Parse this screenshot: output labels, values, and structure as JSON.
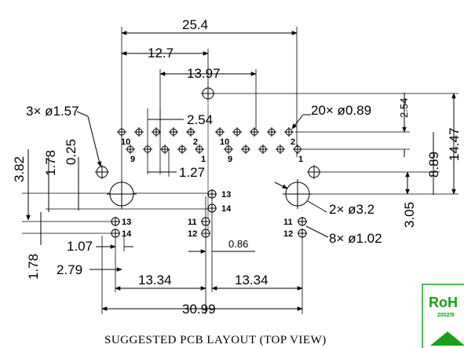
{
  "dimensions": {
    "overall_width": "25.4",
    "half_width": "12.7",
    "inner_width": "13.97",
    "pitch_2_54": "2.54",
    "offset_0_25": "0.25",
    "row_1_78": "1.78",
    "offset_3_82": "3.82",
    "pitch_1_27": "1.27",
    "pitch_2_54_right": "2.54",
    "height_8_89": "8.89",
    "height_14_47": "14.47",
    "height_3_05": "3.05",
    "pitch_1_07": "1.07",
    "row_1_78_lower": "1.78",
    "offset_2_79": "2.79",
    "span_13_34_left": "13.34",
    "span_13_34_right": "13.34",
    "total_30_99": "30.99",
    "gap_0_86": "0.86"
  },
  "callouts": {
    "holes_1_57": "3× ø1.57",
    "holes_0_89": "20× ø0.89",
    "holes_3_2": "2× ø3.2",
    "holes_1_02": "8× ø1.02"
  },
  "pin_labels": {
    "left_10": "10",
    "left_9": "9",
    "left_2": "2",
    "left_1": "1",
    "right_10": "10",
    "right_9": "9",
    "right_2": "2",
    "right_1": "1",
    "center_13": "13",
    "center_14": "14",
    "left_led_13": "13",
    "left_led_14": "14",
    "center_11": "11",
    "center_12": "12",
    "right_11": "11",
    "right_12": "12"
  },
  "caption": "SUGGESTED PCB LAYOUT (TOP VIEW)",
  "rohs": {
    "label": "RoH",
    "date": "2002/9",
    "color": "#1aa01a"
  }
}
